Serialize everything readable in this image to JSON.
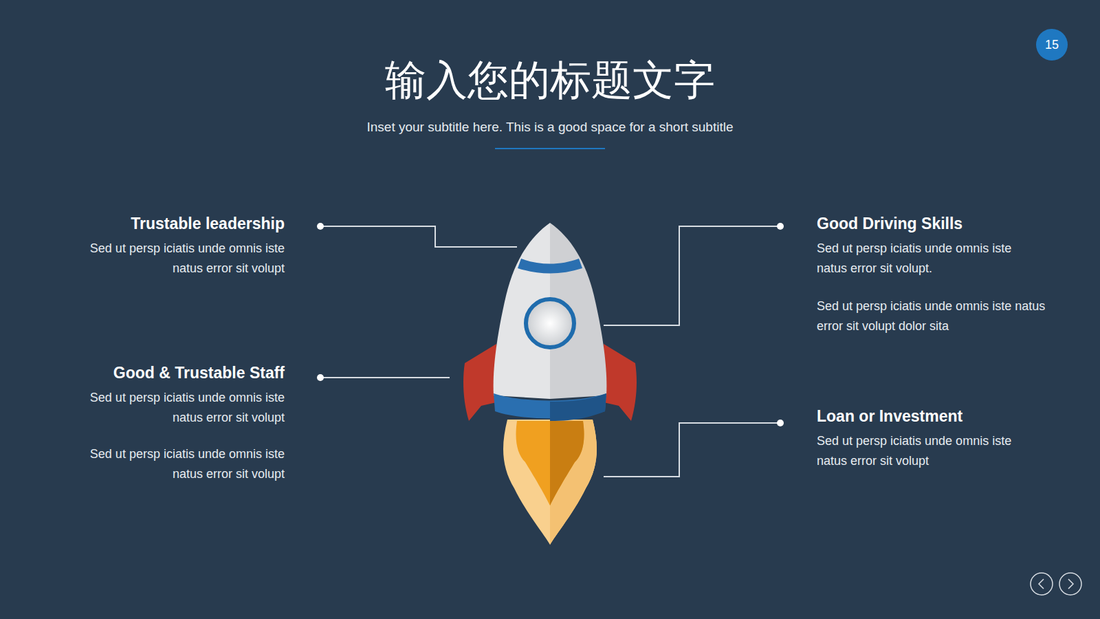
{
  "diagram": {
    "title": "输入您的标题文字",
    "nodes": [
      {
        "text": [
          "15"
        ]
      }
    ],
    "labels": [
      "Inset your subtitle here. This is a good space for a short subtitle",
      "Trustable leadership",
      "Sed ut persp iciatis unde omnis iste natus error sit volupt",
      "Good & Trustable Staff",
      "Sed ut persp iciatis unde omnis iste natus error sit volupt",
      "Sed ut persp iciatis unde omnis iste natus error sit volupt",
      "Good Driving Skills",
      "Sed ut persp iciatis unde omnis iste natus error sit volupt.",
      "Sed ut persp iciatis unde omnis iste natus error sit volupt dolor sita",
      "Loan or Investment",
      "Sed ut persp iciatis unde omnis iste natus error sit volupt"
    ]
  }
}
